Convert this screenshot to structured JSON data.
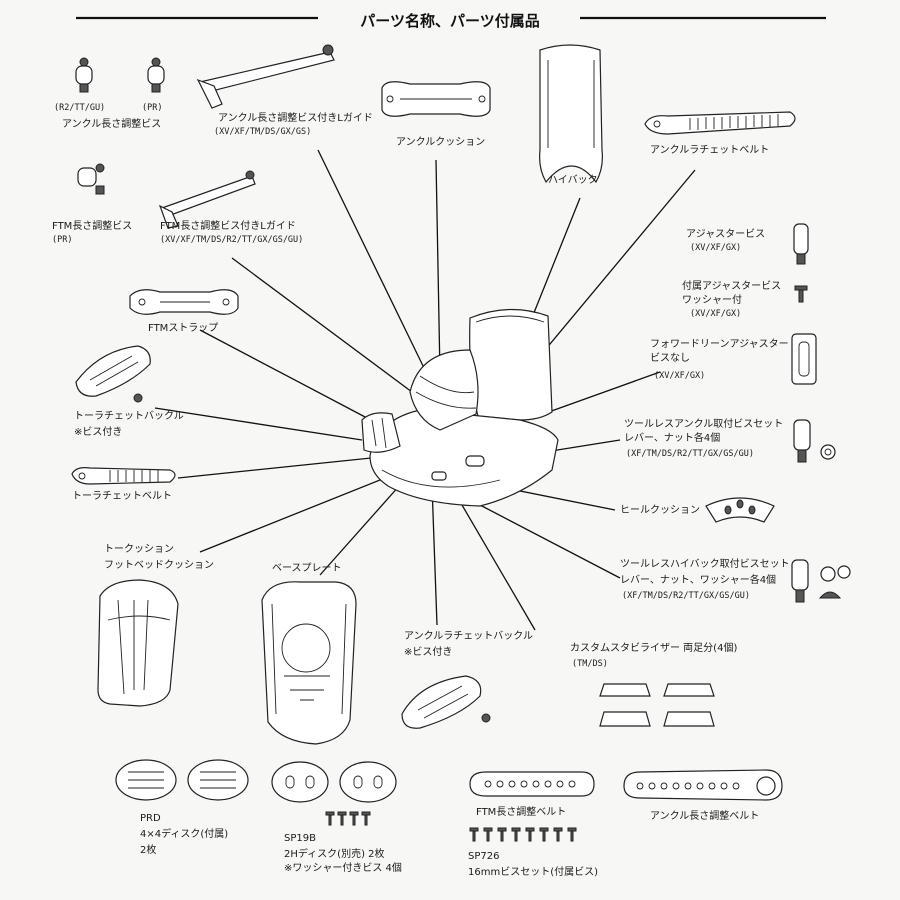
{
  "title": "パーツ名称、パーツ付属品",
  "labels": {
    "ankle_screw_models_r2": "(R2/TT/GU)",
    "ankle_screw_models_pr": "(PR)",
    "ankle_screw": "アンクル長さ調整ビス",
    "ankle_guide": "アンクル長さ調整ビス付きLガイド",
    "ankle_guide_models": "(XV/XF/TM/DS/GX/GS)",
    "ankle_cushion": "アンクルクッション",
    "highback": "ハイバック",
    "ankle_ratchet_belt": "アンクルラチェットベルト",
    "ftm_screw": "FTM長さ調整ビス",
    "ftm_screw_models": "(PR)",
    "ftm_guide": "FTM長さ調整ビス付きLガイド",
    "ftm_guide_models": "(XV/XF/TM/DS/R2/TT/GX/GS/GU)",
    "adjuster_screw": "アジャスタービス",
    "adjuster_screw_models": "(XV/XF/GX)",
    "adjuster_screw_washer_1": "付属アジャスタービス",
    "adjuster_screw_washer_2": "ワッシャー付",
    "adjuster_screw_washer_models": "(XV/XF/GX)",
    "ftm_strap": "FTMストラップ",
    "forward_lean_1": "フォワードリーンアジャスター",
    "forward_lean_2": "ビスなし",
    "forward_lean_models": "(XV/XF/GX)",
    "toe_buckle_1": "トーラチェットバックル",
    "toe_buckle_2": "※ビス付き",
    "toolless_ankle_1": "ツールレスアンクル取付ビスセット",
    "toolless_ankle_2": "レバー、ナット各4個",
    "toolless_ankle_models": "(XF/TM/DS/R2/TT/GX/GS/GU)",
    "toe_belt": "トーラチェットベルト",
    "heel_cushion": "ヒールクッション",
    "toe_cushion_1": "トークッション",
    "toe_cushion_2": "フットベッドクッション",
    "baseplate": "ベースプレート",
    "toolless_hb_1": "ツールレスハイバック取付ビスセット",
    "toolless_hb_2": "レバー、ナット、ワッシャー各4個",
    "toolless_hb_models": "(XF/TM/DS/R2/TT/GX/GS/GU)",
    "ankle_buckle_1": "アンクルラチェットバックル",
    "ankle_buckle_2": "※ビス付き",
    "stabilizer": "カスタムスタビライザー 両足分(4個)",
    "stabilizer_models": "(TM/DS)",
    "prd": "PRD",
    "prd_disc": "4×4ディスク(付属)",
    "prd_qty": "2枚",
    "sp19b": "SP19B",
    "sp19b_disc": "2Hディスク(別売) 2枚",
    "sp19b_washer": "※ワッシャー付きビス 4個",
    "ftm_belt": "FTM長さ調整ベルト",
    "sp726": "SP726",
    "sp726_desc": "16mmビスセット(付属ビス)",
    "ankle_belt": "アンクル長さ調整ベルト"
  }
}
